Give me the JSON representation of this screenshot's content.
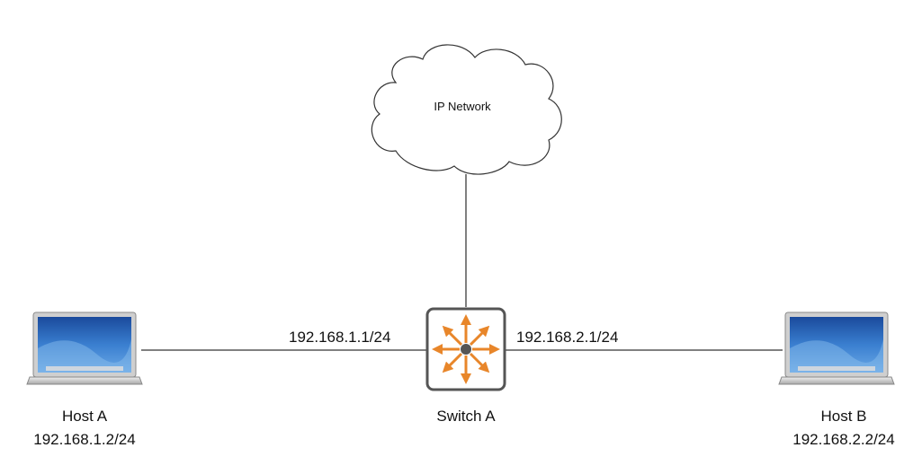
{
  "cloud": {
    "label": "IP Network"
  },
  "switch": {
    "name": "Switch A",
    "left_interface": "192.168.1.1/24",
    "right_interface": "192.168.2.1/24",
    "accent": "#e8862a",
    "frame": "#555555"
  },
  "host_a": {
    "name": "Host A",
    "ip": "192.168.1.2/24"
  },
  "host_b": {
    "name": "Host B",
    "ip": "192.168.2.2/24"
  },
  "colors": {
    "line": "#000000",
    "screen_blue": "#2a64b8"
  },
  "icons": {
    "cloud": "cloud-icon",
    "switch": "switch-icon",
    "laptop": "laptop-icon"
  }
}
